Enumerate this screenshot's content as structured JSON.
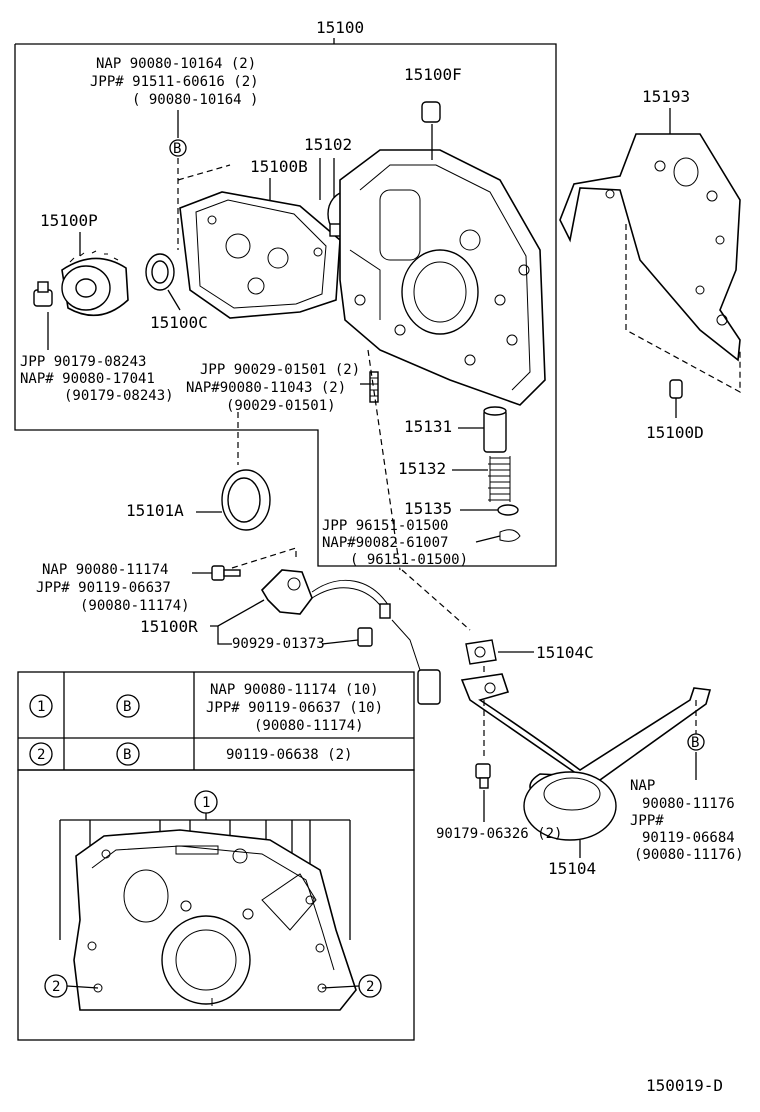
{
  "diagram_id": "150019-D",
  "assembly": {
    "number": "15100"
  },
  "callouts": {
    "p15100F": "15100F",
    "p15102": "15102",
    "p15100B": "15100B",
    "p15100P": "15100P",
    "p15100C": "15100C",
    "p15193": "15193",
    "p15100D": "15100D",
    "p15131": "15131",
    "p15132": "15132",
    "p15135": "15135",
    "p15101A": "15101A",
    "p15100R": "15100R",
    "p15104C": "15104C",
    "p15104": "15104",
    "p90929": "90929-01373",
    "p90179b": "90179-06326 (2)"
  },
  "notes": {
    "bolt_top": [
      "NAP  90080-10164 (2)",
      "JPP# 91511-60616 (2)",
      "( 90080-10164 )"
    ],
    "bolt_15100P": [
      "JPP   90179-08243",
      "NAP# 90080-17041",
      "(90179-08243)"
    ],
    "spring_pin": [
      "JPP  90029-01501 (2)",
      "NAP#90080-11043 (2)",
      "(90029-01501)"
    ],
    "clip": [
      "JPP  96151-01500",
      "NAP#90082-61007",
      "( 96151-01500)"
    ],
    "sensor_bolt": [
      "NAP  90080-11174",
      "JPP# 90119-06637",
      "(90080-11174)"
    ],
    "strainer_bolt": [
      "NAP",
      "90080-11176",
      "JPP#",
      "90119-06684",
      "(90080-11176)"
    ]
  },
  "markers": {
    "b": "B",
    "one": "1",
    "two": "2"
  },
  "table": {
    "rows": [
      {
        "num": "1",
        "mark": "B",
        "lines": [
          "NAP  90080-11174 (10)",
          "JPP# 90119-06637 (10)",
          "(90080-11174)"
        ]
      },
      {
        "num": "2",
        "mark": "B",
        "lines": [
          "90119-06638 (2)"
        ]
      }
    ]
  }
}
